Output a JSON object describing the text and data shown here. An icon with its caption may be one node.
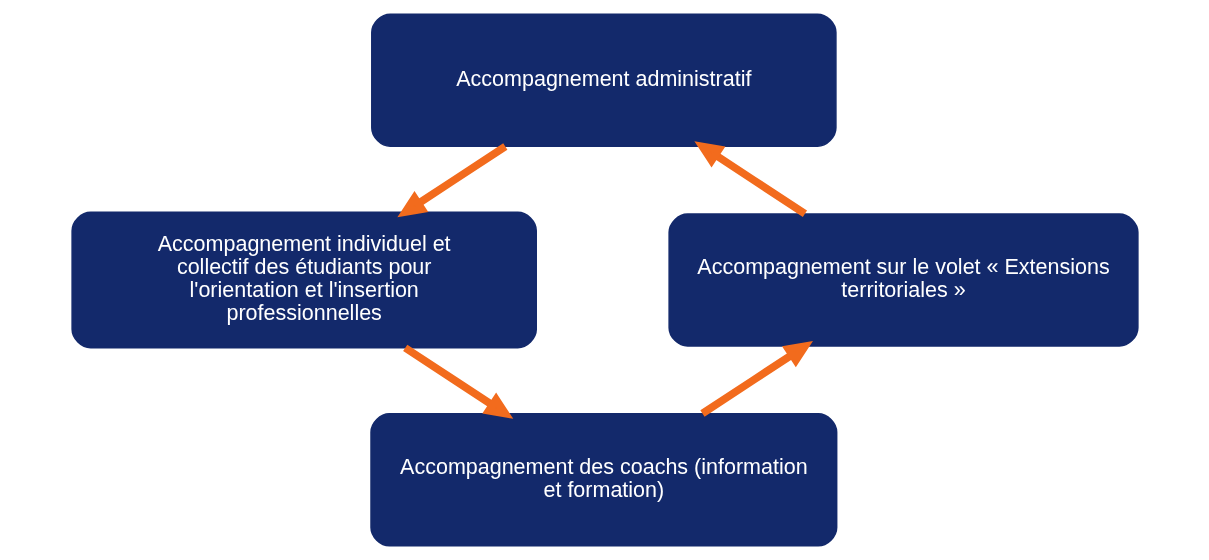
{
  "diagram": {
    "nodes": [
      {
        "text": [
          "Accompagnement administratif"
        ]
      },
      {
        "text": [
          "Accompagnement individuel et collectif des étudiants pour l'orientation et l'insertion professionnelles"
        ]
      },
      {
        "text": [
          "Accompagnement des coachs (information et formation)"
        ]
      },
      {
        "text": [
          "Accompagnement sur le volet « Extensions territoriales »"
        ]
      }
    ],
    "edges": [
      {
        "from": 0,
        "to": 1,
        "arrow": "to"
      },
      {
        "from": 1,
        "to": 2,
        "arrow": "to"
      },
      {
        "from": 2,
        "to": 3,
        "arrow": "to"
      },
      {
        "from": 3,
        "to": 0,
        "arrow": "to"
      }
    ]
  }
}
